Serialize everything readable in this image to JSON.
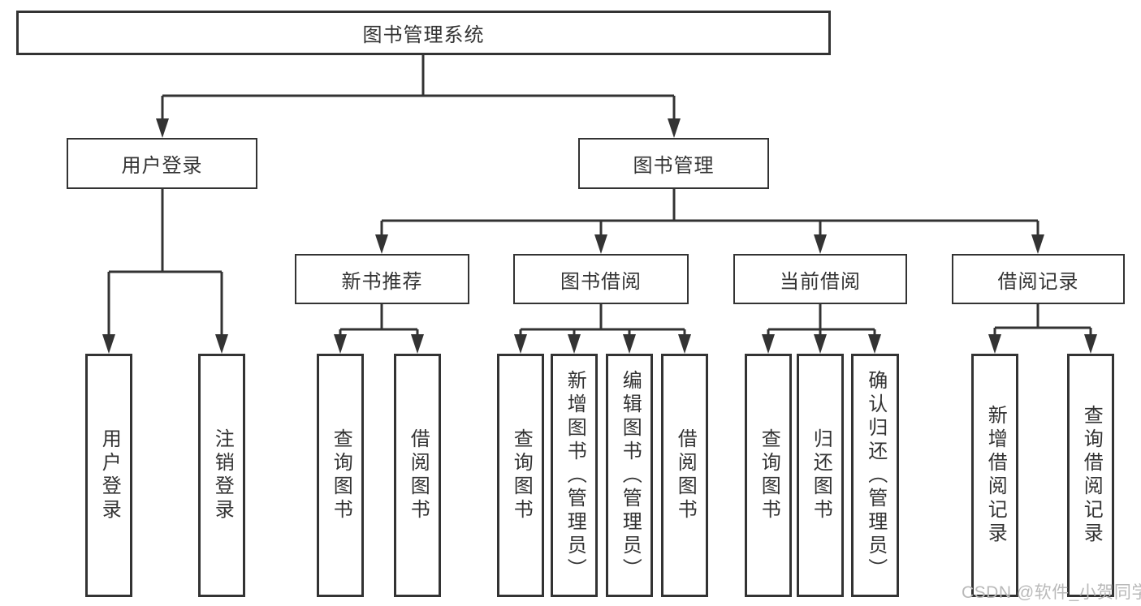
{
  "colors": {
    "line": "#333333",
    "box_border": "#333333",
    "box_background": "#ffffff",
    "text": "#333333",
    "watermark": "#b9b9b9",
    "page_background": "#ffffff"
  },
  "diagram": {
    "root": {
      "label": "图书管理系统"
    },
    "level2": [
      {
        "label": "用户登录"
      },
      {
        "label": "图书管理"
      }
    ],
    "level3": [
      {
        "label": "新书推荐"
      },
      {
        "label": "图书借阅"
      },
      {
        "label": "当前借阅"
      },
      {
        "label": "借阅记录"
      }
    ],
    "leaves": {
      "userLogin": [
        {
          "label": "用户登录"
        },
        {
          "label": "注销登录"
        }
      ],
      "newBook": [
        {
          "label": "查询图书"
        },
        {
          "label": "借阅图书"
        }
      ],
      "bookBorrow": [
        {
          "label": "查询图书"
        },
        {
          "label": "新增图书（管理员）"
        },
        {
          "label": "编辑图书（管理员）"
        },
        {
          "label": "借阅图书"
        }
      ],
      "currentBorrow": [
        {
          "label": "查询图书"
        },
        {
          "label": "归还图书"
        },
        {
          "label": "确认归还（管理员）"
        }
      ],
      "borrowRecords": [
        {
          "label": "新增借阅记录"
        },
        {
          "label": "查询借阅记录"
        }
      ]
    }
  },
  "watermark": {
    "text": "CSDN @软件_小贺同学"
  }
}
